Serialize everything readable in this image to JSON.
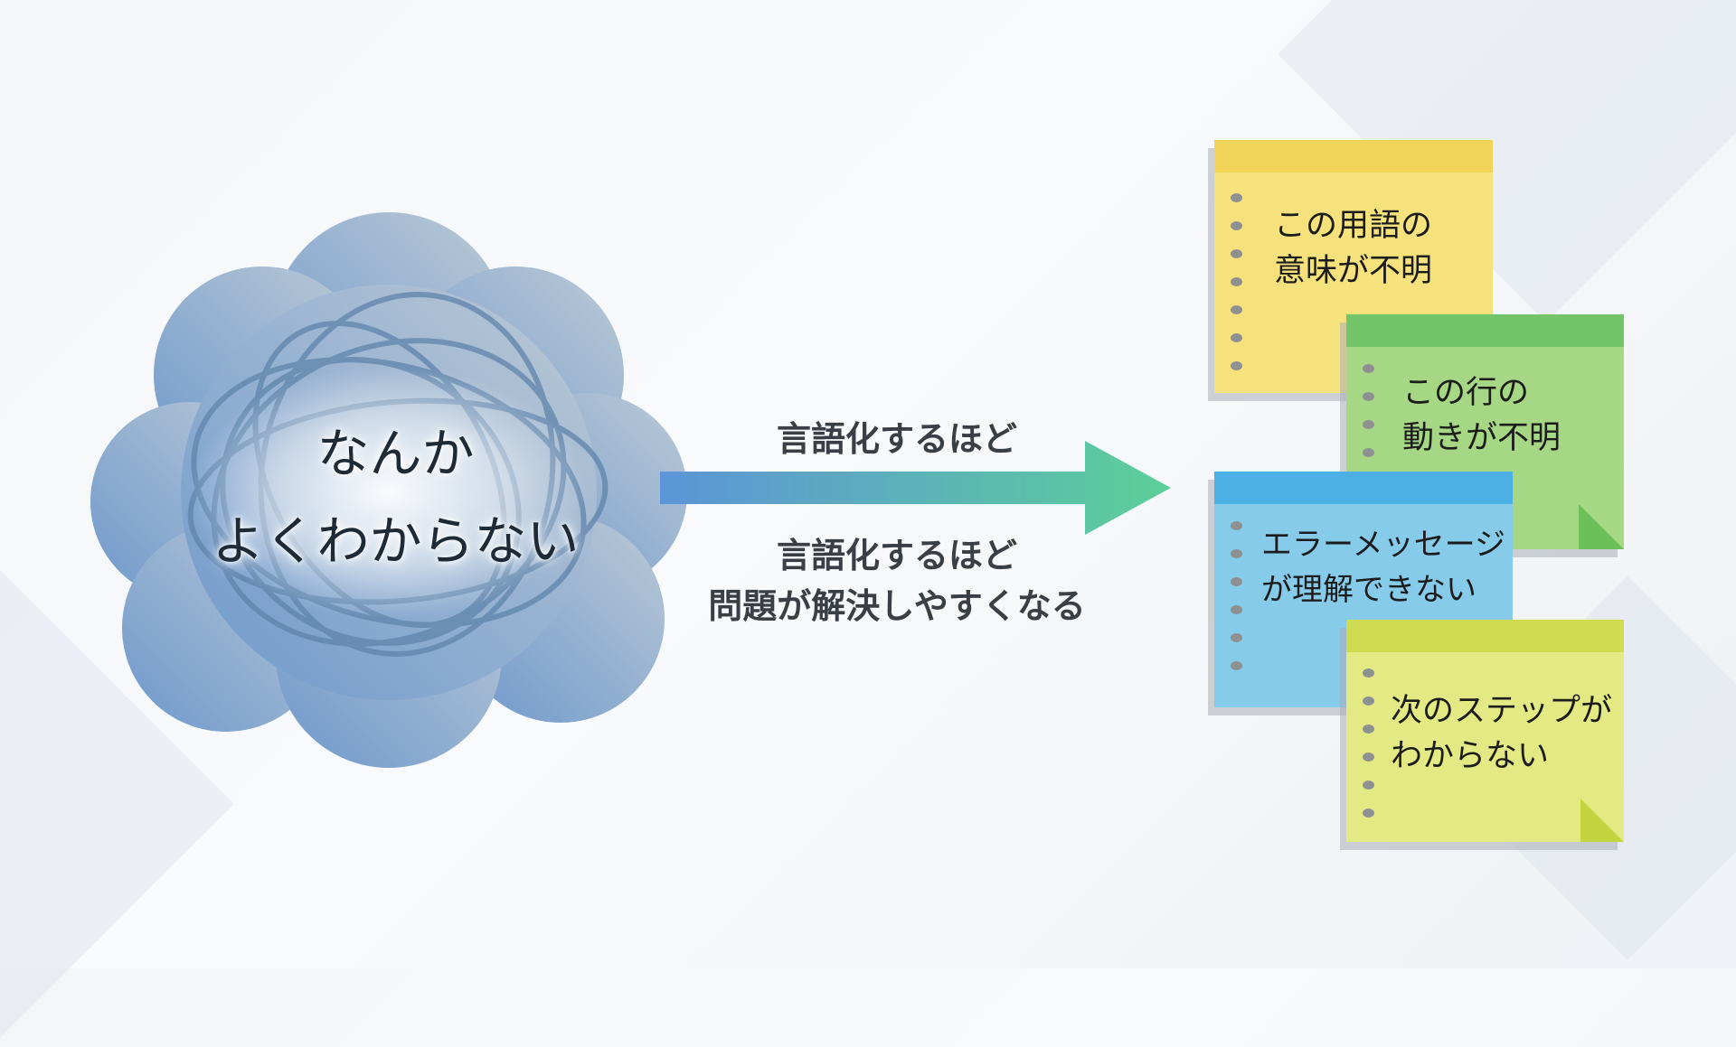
{
  "cloud": {
    "line1": "なんか",
    "line2": "よくわからない"
  },
  "arrow": {
    "top_label": "言語化するほど",
    "bottom_line1": "言語化するほど",
    "bottom_line2": "問題が解決しやすくなる"
  },
  "notes": [
    {
      "line1": "この用語の",
      "line2": "意味が不明",
      "color": "#f6e27c",
      "header": "#f3d45a"
    },
    {
      "line1": "この行の",
      "line2": "動きが不明",
      "color": "#a6d784",
      "header": "#74c46a"
    },
    {
      "line1": "エラーメッセージ",
      "line2": "が理解できない",
      "color": "#86cbea",
      "header": "#4db0e4"
    },
    {
      "line1": "次のステップが",
      "line2": "わからない",
      "color": "#e3ea84",
      "header": "#cfdc52"
    }
  ]
}
